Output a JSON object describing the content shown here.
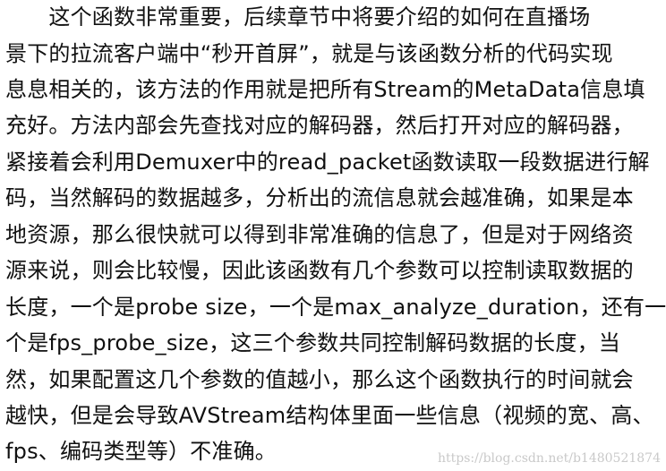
{
  "document": {
    "lines": [
      "　　这个函数非常重要，后续章节中将要介绍的如何在直播场",
      "景下的拉流客户端中“秒开首屏”，就是与该函数分析的代码实现",
      "息息相关的，该方法的作用就是把所有Stream的MetaData信息填",
      "充好。方法内部会先查找对应的解码器，然后打开对应的解码器，",
      "紧接着会利用Demuxer中的read_packet函数读取一段数据进行解",
      "码，当然解码的数据越多，分析出的流信息就会越准确，如果是本",
      "地资源，那么很快就可以得到非常准确的信息了，但是对于网络资",
      "源来说，则会比较慢，因此该函数有几个参数可以控制读取数据的",
      "长度，一个是probe size，一个是max_analyze_duration，还有一",
      "个是fps_probe_size，这三个参数共同控制解码数据的长度，当",
      "然，如果配置这几个参数的值越小，那么这个函数执行的时间就会",
      "越快，但是会导致AVStream结构体里面一些信息（视频的宽、高、",
      "fps、编码类型等）不准确。"
    ]
  },
  "watermark": {
    "text": "https://blog.csdn.net/b1480521874"
  }
}
